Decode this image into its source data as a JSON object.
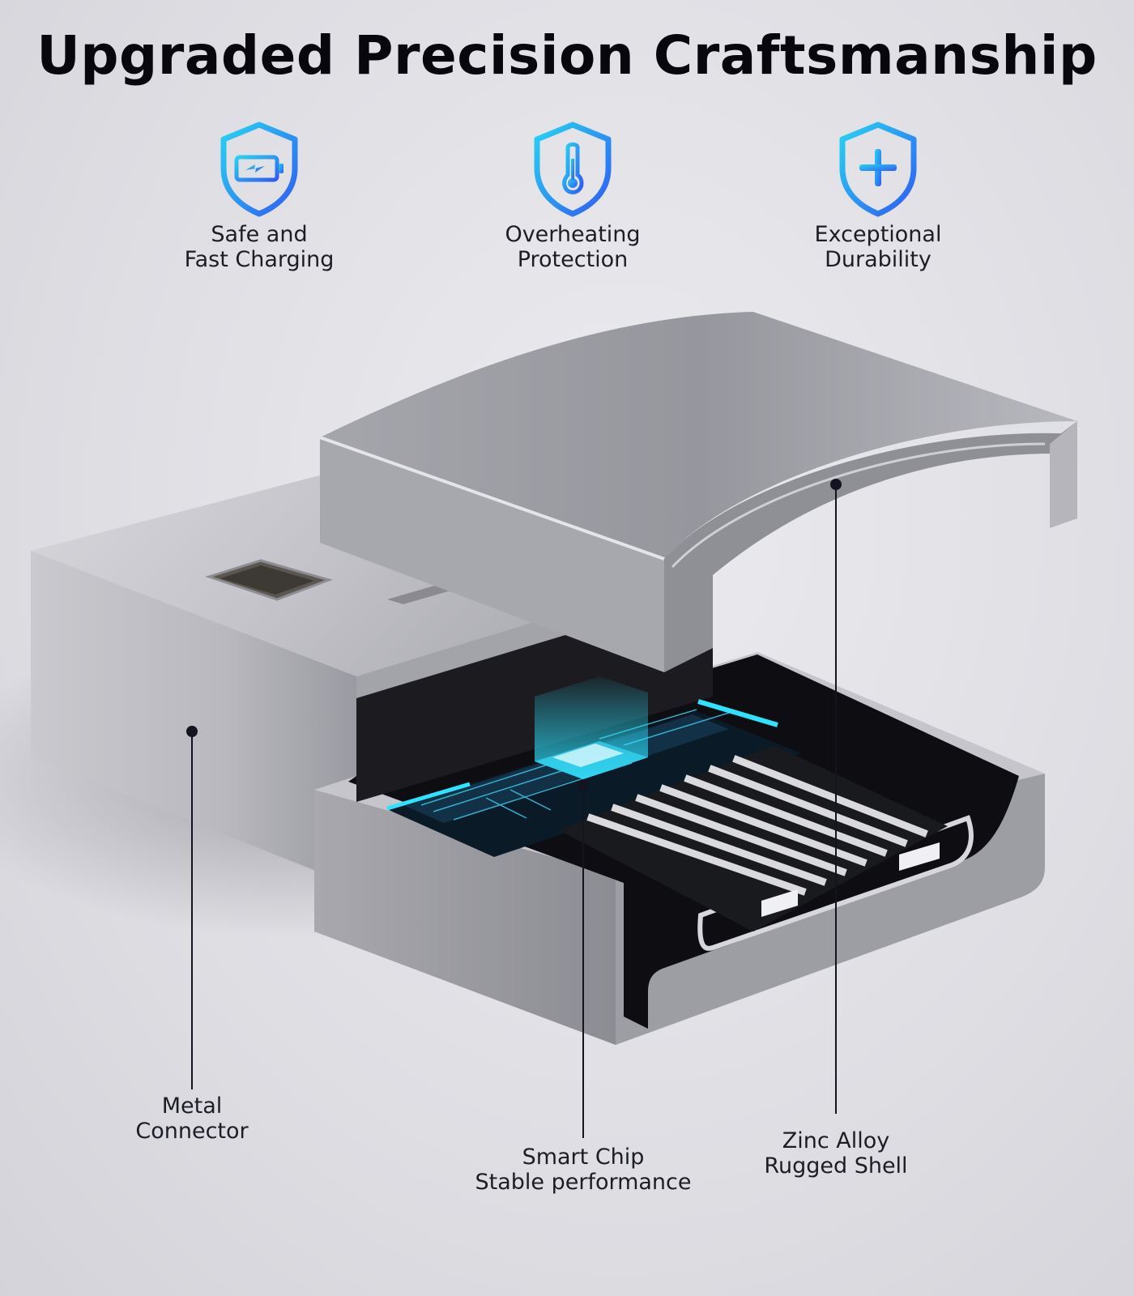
{
  "header": {
    "title": "Upgraded Precision Craftsmanship"
  },
  "features": [
    {
      "icon": "battery-charging-shield-icon",
      "line1": "Safe and",
      "line2": "Fast Charging"
    },
    {
      "icon": "thermometer-shield-icon",
      "line1": "Overheating",
      "line2": "Protection"
    },
    {
      "icon": "plus-shield-icon",
      "line1": "Exceptional",
      "line2": "Durability"
    }
  ],
  "callouts": [
    {
      "line1": "Metal",
      "line2": "Connector"
    },
    {
      "line1": "Smart Chip",
      "line2": "Stable performance"
    },
    {
      "line1": "Zinc Alloy",
      "line2": "Rugged Shell"
    }
  ],
  "colors": {
    "icon_gradient_start": "#27d3f2",
    "icon_gradient_end": "#2f5cf2",
    "glow": "#2de3ff"
  }
}
